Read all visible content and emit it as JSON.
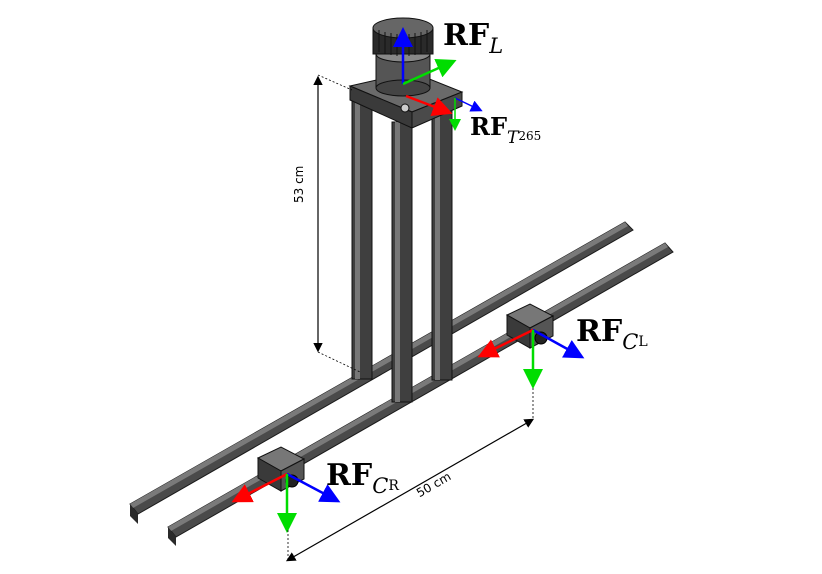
{
  "frames": {
    "lidar": {
      "main": "RF",
      "sub": "L",
      "subsub": ""
    },
    "t265": {
      "main": "RF",
      "sub": "T",
      "subsub": "265"
    },
    "cam_left": {
      "main": "RF",
      "sub": "C",
      "subsub": "L"
    },
    "cam_right": {
      "main": "RF",
      "sub": "C",
      "subsub": "R"
    }
  },
  "dimensions": {
    "height": "53 cm",
    "baseline": "50 cm"
  },
  "colors": {
    "x_axis": "#ff0000",
    "y_axis": "#00dd00",
    "z_axis": "#0000ff",
    "rail_dark": "#3a3a3a",
    "rail_light": "#8a8a8a"
  }
}
